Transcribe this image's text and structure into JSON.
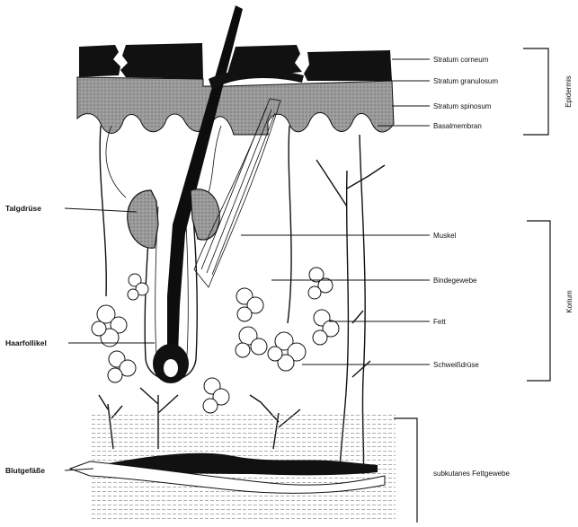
{
  "labels": {
    "stratum_corneum": "Stratum corneum",
    "stratum_granulosum": "Stratum granulosum",
    "stratum_spinosum": "Stratum spinosum",
    "basalmembran": "Basalmembran",
    "epidermis": "Epidermis",
    "talgdruese": "Talgdrüse",
    "muskel": "Muskel",
    "bindegewebe": "Bindegewebe",
    "korium": "Korium",
    "fett": "Fett",
    "haarfollikel": "Haarfollikel",
    "schweissdruese": "Schweißdrüse",
    "blutgefaesse": "Blutgefäße",
    "subkutanes_fettgewebe": "subkutanes Fettgewebe"
  },
  "colors": {
    "ink": "#111111",
    "granulosum": "#8c8c8c",
    "hair": "#0d0d0d",
    "hatch": "#777777"
  }
}
